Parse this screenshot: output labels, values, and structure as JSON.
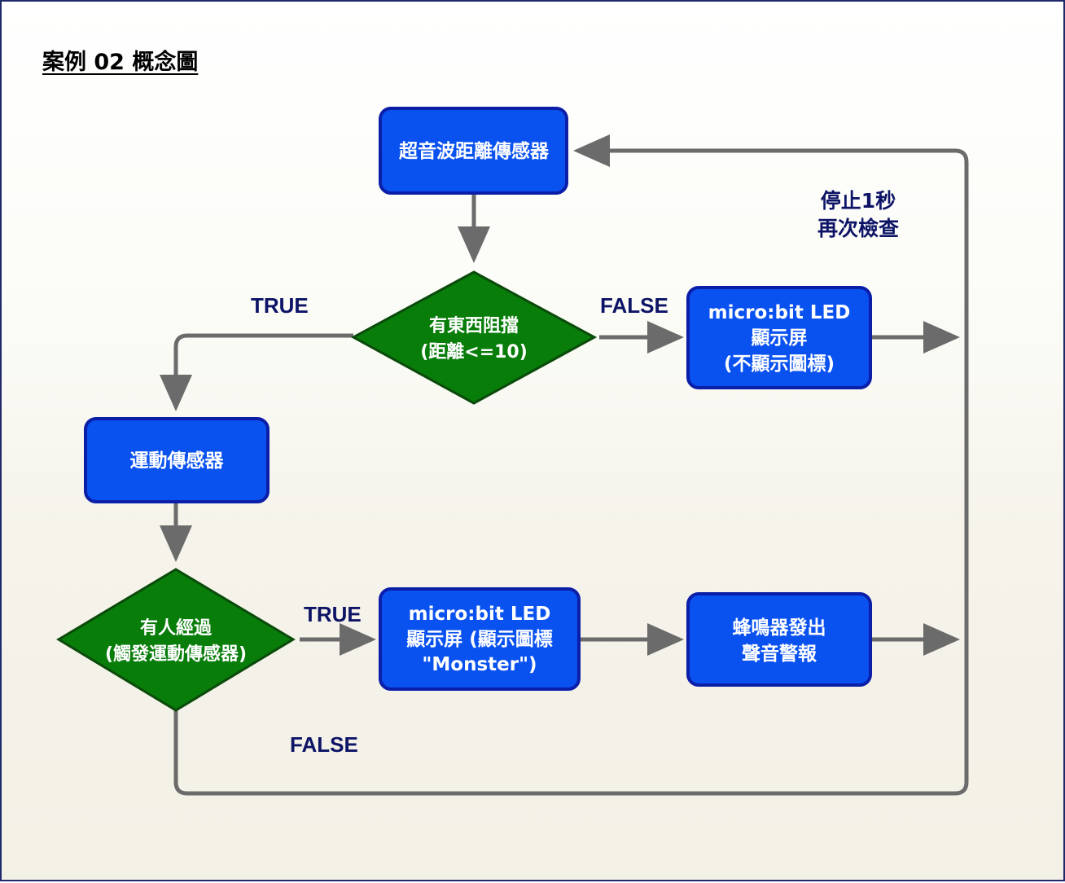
{
  "title": "案例 02 概念圖",
  "nodes": {
    "ultrasonic": "超音波距離傳感器",
    "obstacle_line1": "有東西阻擋",
    "obstacle_line2": "(距離<=10)",
    "led_off_line1": "micro:bit LED",
    "led_off_line2": "顯示屏",
    "led_off_line3": "(不顯示圖標)",
    "motion": "運動傳感器",
    "person_line1": "有人經過",
    "person_line2": "(觸發運動傳感器)",
    "led_monster_line1": "micro:bit LED",
    "led_monster_line2": "顯示屏 (顯示圖標",
    "led_monster_line3": "\"Monster\")",
    "buzzer_line1": "蜂鳴器發出",
    "buzzer_line2": "聲音警報"
  },
  "labels": {
    "true_top": "TRUE",
    "false_top": "FALSE",
    "true_bottom": "TRUE",
    "false_bottom": "FALSE",
    "loop_line1": "停止1秒",
    "loop_line2": "再次檢查"
  },
  "colors": {
    "process_fill": "#0a52f0",
    "process_border": "#0b1ea8",
    "decision_fill": "#087d0a",
    "decision_border": "#0a4a0a",
    "edge": "#6b6b6b",
    "label": "#0d1466"
  }
}
